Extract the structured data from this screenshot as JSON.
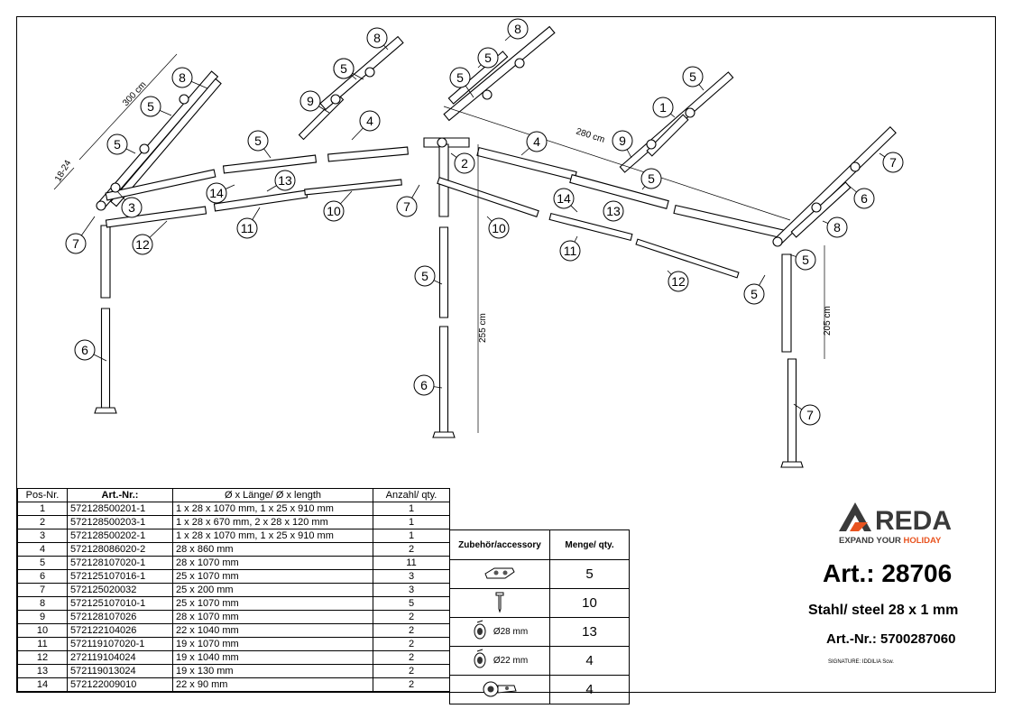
{
  "drawing": {
    "dimensions": {
      "width_total": "300 cm",
      "depth": "280 cm",
      "height_middle": "255 cm",
      "height_front": "205 cm",
      "pitch": "18-24"
    },
    "callouts": [
      "8",
      "5",
      "5",
      "7",
      "3",
      "12",
      "6",
      "9",
      "5",
      "4",
      "5",
      "14",
      "13",
      "11",
      "10",
      "8",
      "5",
      "5",
      "2",
      "7",
      "5",
      "6",
      "10",
      "4",
      "9",
      "5",
      "14",
      "13",
      "11",
      "12",
      "8",
      "5",
      "5",
      "1",
      "7",
      "6"
    ]
  },
  "parts_table": {
    "headers": [
      "Pos-Nr.",
      "Art.-Nr.:",
      "Ø x Länge/ Ø x length",
      "Anzahl/ qty."
    ],
    "rows": [
      [
        "1",
        "572128500201-1",
        "1 x 28 x 1070 mm, 1 x 25 x 910 mm",
        "1"
      ],
      [
        "2",
        "572128500203-1",
        "1 x 28 x 670 mm, 2 x 28 x 120 mm",
        "1"
      ],
      [
        "3",
        "572128500202-1",
        "1 x 28 x 1070 mm, 1 x 25 x 910 mm",
        "1"
      ],
      [
        "4",
        "572128086020-2",
        "28 x 860 mm",
        "2"
      ],
      [
        "5",
        "572128107020-1",
        "28 x 1070 mm",
        "11"
      ],
      [
        "6",
        "572125107016-1",
        "25 x 1070 mm",
        "3"
      ],
      [
        "7",
        "572125020032",
        "25 x 200 mm",
        "3"
      ],
      [
        "8",
        "572125107010-1",
        "25 x 1070 mm",
        "5"
      ],
      [
        "9",
        "572128107026",
        "28 x 1070 mm",
        "2"
      ],
      [
        "10",
        "572122104026",
        "22 x 1040 mm",
        "2"
      ],
      [
        "11",
        "572119107020-1",
        "19 x 1070 mm",
        "2"
      ],
      [
        "12",
        "272119104024",
        "19 x 1040 mm",
        "2"
      ],
      [
        "13",
        "572119013024",
        "19 x 130 mm",
        "2"
      ],
      [
        "14",
        "572122009010",
        "22 x 90 mm",
        "2"
      ]
    ]
  },
  "accessory_table": {
    "headers": [
      "Zubehör/accessory",
      "Menge/ qty."
    ],
    "rows": [
      {
        "icon": "clamp-plate-icon",
        "label": "",
        "qty": "5"
      },
      {
        "icon": "screw-icon",
        "label": "",
        "qty": "10"
      },
      {
        "icon": "pole-clip-icon",
        "label": "Ø28 mm",
        "qty": "13"
      },
      {
        "icon": "pole-clip-icon",
        "label": "Ø22 mm",
        "qty": "4"
      },
      {
        "icon": "double-clamp-icon",
        "label": "",
        "qty": "4"
      }
    ]
  },
  "brand": {
    "name": "REDA",
    "tagline_a": "EXPAND YOUR ",
    "tagline_b": "HOLIDAY",
    "accent": "#e8531f",
    "dark": "#3a3a3a"
  },
  "article": {
    "title": "Art.: 28706",
    "material": "Stahl/ steel 28 x 1 mm",
    "number": "Art.-Nr.: 5700287060",
    "signature": "SIGNATURE: IDDILIA Scw."
  }
}
